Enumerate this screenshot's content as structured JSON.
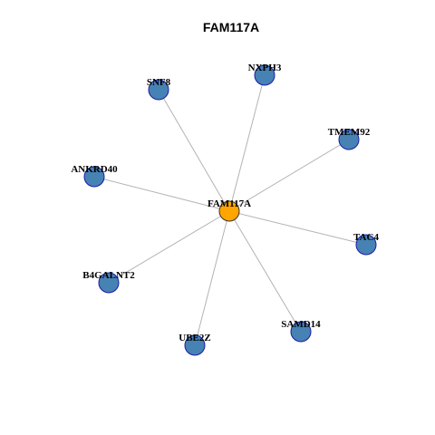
{
  "title": "FAM117A",
  "colors": {
    "hub_fill": "#FFA500",
    "hub_stroke": "#333333",
    "node_fill": "#4682B4",
    "node_stroke": "#1a1aa8",
    "edge": "#b3b3b3",
    "background": "#ffffff"
  },
  "hub": {
    "label": "FAM117A"
  },
  "nodes": [
    {
      "label": "NXPH3"
    },
    {
      "label": "SNF8"
    },
    {
      "label": "TMEM92"
    },
    {
      "label": "ANKRD40"
    },
    {
      "label": "TAC4"
    },
    {
      "label": "B4GALNT2"
    },
    {
      "label": "SAMD14"
    },
    {
      "label": "UBE2Z"
    }
  ],
  "edges": [
    [
      "FAM117A",
      "NXPH3"
    ],
    [
      "FAM117A",
      "SNF8"
    ],
    [
      "FAM117A",
      "TMEM92"
    ],
    [
      "FAM117A",
      "ANKRD40"
    ],
    [
      "FAM117A",
      "TAC4"
    ],
    [
      "FAM117A",
      "B4GALNT2"
    ],
    [
      "FAM117A",
      "SAMD14"
    ],
    [
      "FAM117A",
      "UBE2Z"
    ]
  ]
}
